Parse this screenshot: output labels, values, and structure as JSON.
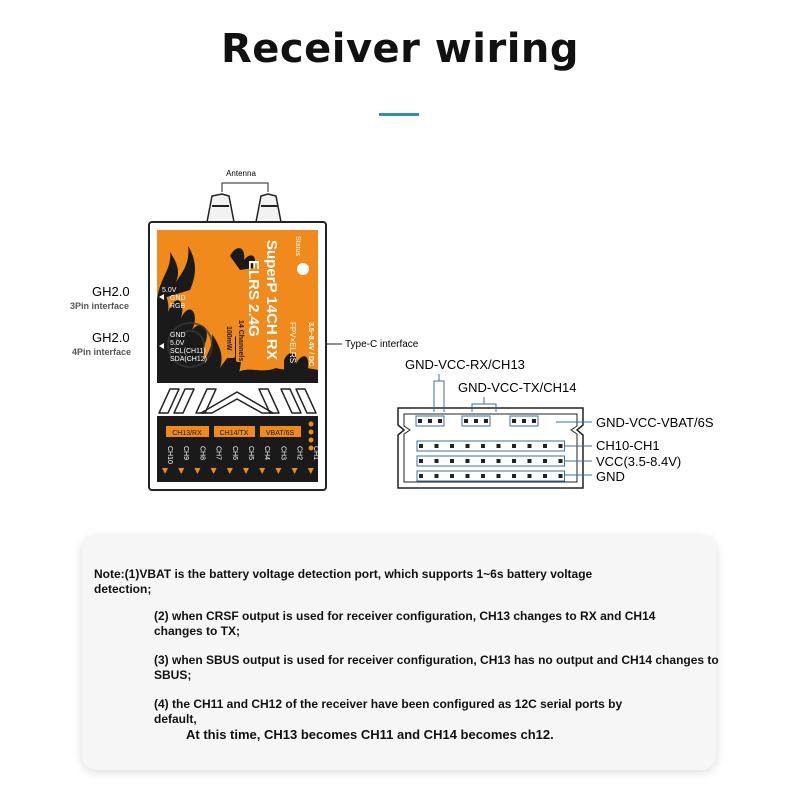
{
  "title": "Receiver wiring",
  "diagram": {
    "antenna": "Antenna",
    "status": "Status",
    "brand_line1": "SuperP 14CH RX",
    "brand_line2": "ELRS 2.4G",
    "voltage": "3.5~8.4V / DC",
    "fpv": "FPV×ELRS",
    "channels_badge": "14 Channels",
    "power_badge": "100mW",
    "left_port_1": {
      "type": "GH2.0",
      "desc": "3Pin interface",
      "pins": [
        "5.0V",
        "GND",
        "RGB"
      ]
    },
    "left_port_2": {
      "type": "GH2.0",
      "desc": "4Pin interface",
      "pins": [
        "GND",
        "5.0V",
        "SCL(CH11)",
        "SDA(CH12)"
      ]
    },
    "type_c": "Type-C interface",
    "header_labels": [
      "CH13/RX",
      "CH14/TX",
      "VBAT/6S"
    ],
    "channels": [
      "CH10",
      "CH9",
      "CH8",
      "CH7",
      "CH6",
      "CH5",
      "CH4",
      "CH3",
      "CH2",
      "CH1"
    ],
    "pin_labels": {
      "rx": "GND-VCC-RX/CH13",
      "tx": "GND-VCC-TX/CH14",
      "vbat": "GND-VCC-VBAT/6S",
      "ch_row": "CH10-CH1",
      "vcc_row": "VCC(3.5-8.4V)",
      "gnd_row": "GND"
    }
  },
  "notes": {
    "n1": "Note:(1)VBAT is the battery voltage detection port, which supports 1~6s battery voltage detection;",
    "n2": "(2) when CRSF output is used for receiver configuration, CH13 changes to RX and CH14 changes to TX;",
    "n3": "(3) when SBUS output is used for receiver configuration, CH13 has no output and CH14 changes to SBUS;",
    "n4": "(4) the CH11 and CH12 of the receiver have been configured as 12C serial ports by default,",
    "n5": "At this time, CH13 becomes CH11 and CH14 becomes ch12."
  },
  "colors": {
    "orange": "#f08a1c",
    "dark": "#1a1a1a",
    "accent_rule": "#2e8fb5",
    "connector": "#3b6ea5"
  }
}
